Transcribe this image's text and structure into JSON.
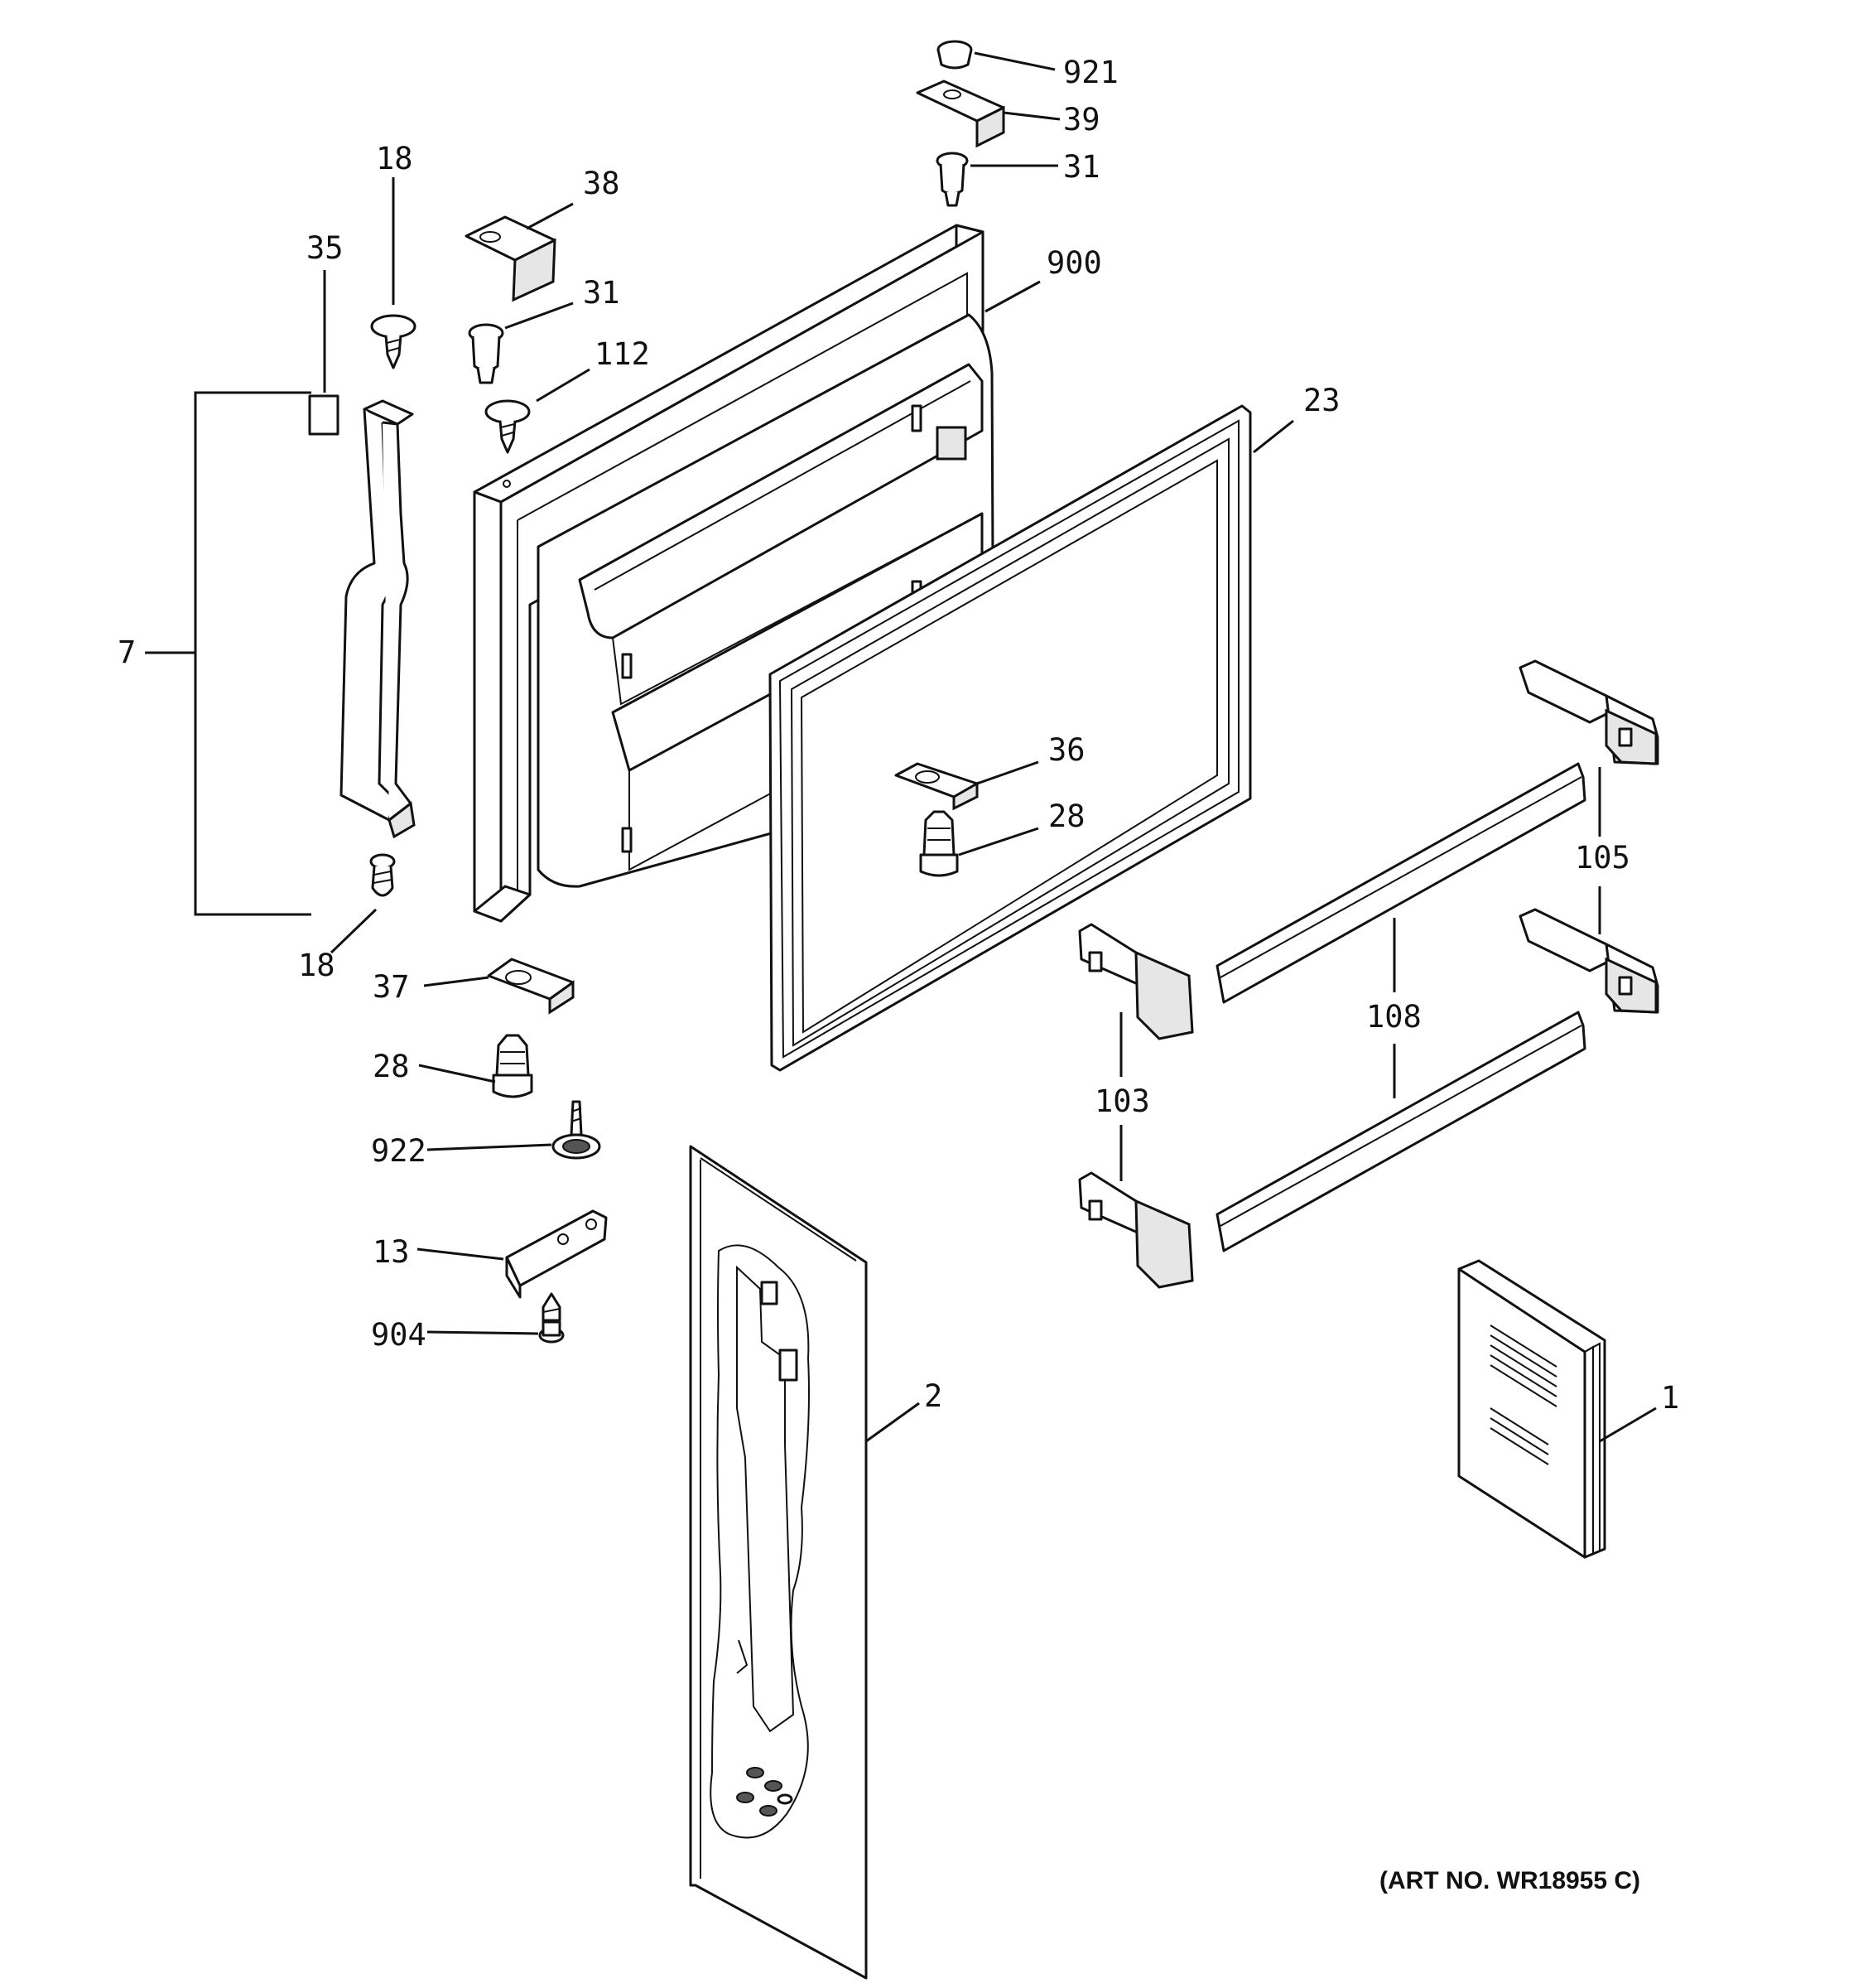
{
  "callouts": {
    "c921": "921",
    "c39": "39",
    "c31a": "31",
    "c18a": "18",
    "c38": "38",
    "c900": "900",
    "c35": "35",
    "c31b": "31",
    "c112": "112",
    "c23": "23",
    "c7": "7",
    "c36": "36",
    "c28a": "28",
    "c105": "105",
    "c18b": "18",
    "c37": "37",
    "c108": "108",
    "c28b": "28",
    "c103": "103",
    "c922": "922",
    "c13": "13",
    "c904": "904",
    "c2": "2",
    "c1": "1"
  },
  "art_number": "(ART NO. WR18955 C)"
}
